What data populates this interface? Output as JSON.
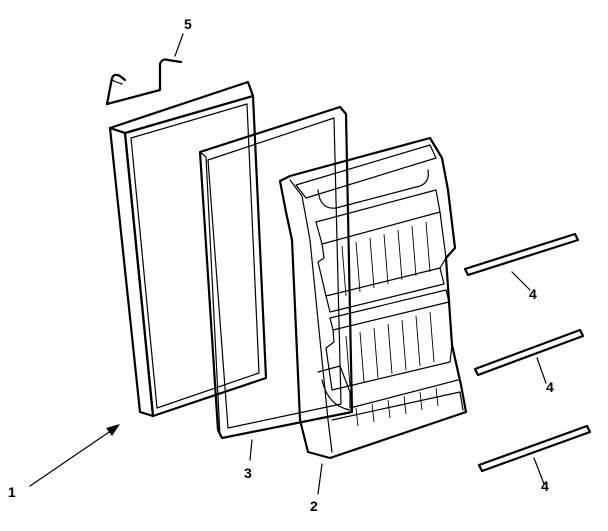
{
  "callouts": {
    "door_assembly": "1",
    "door_liner": "2",
    "door_gasket": "3",
    "shelf_bars": "4",
    "door_handle": "5"
  }
}
